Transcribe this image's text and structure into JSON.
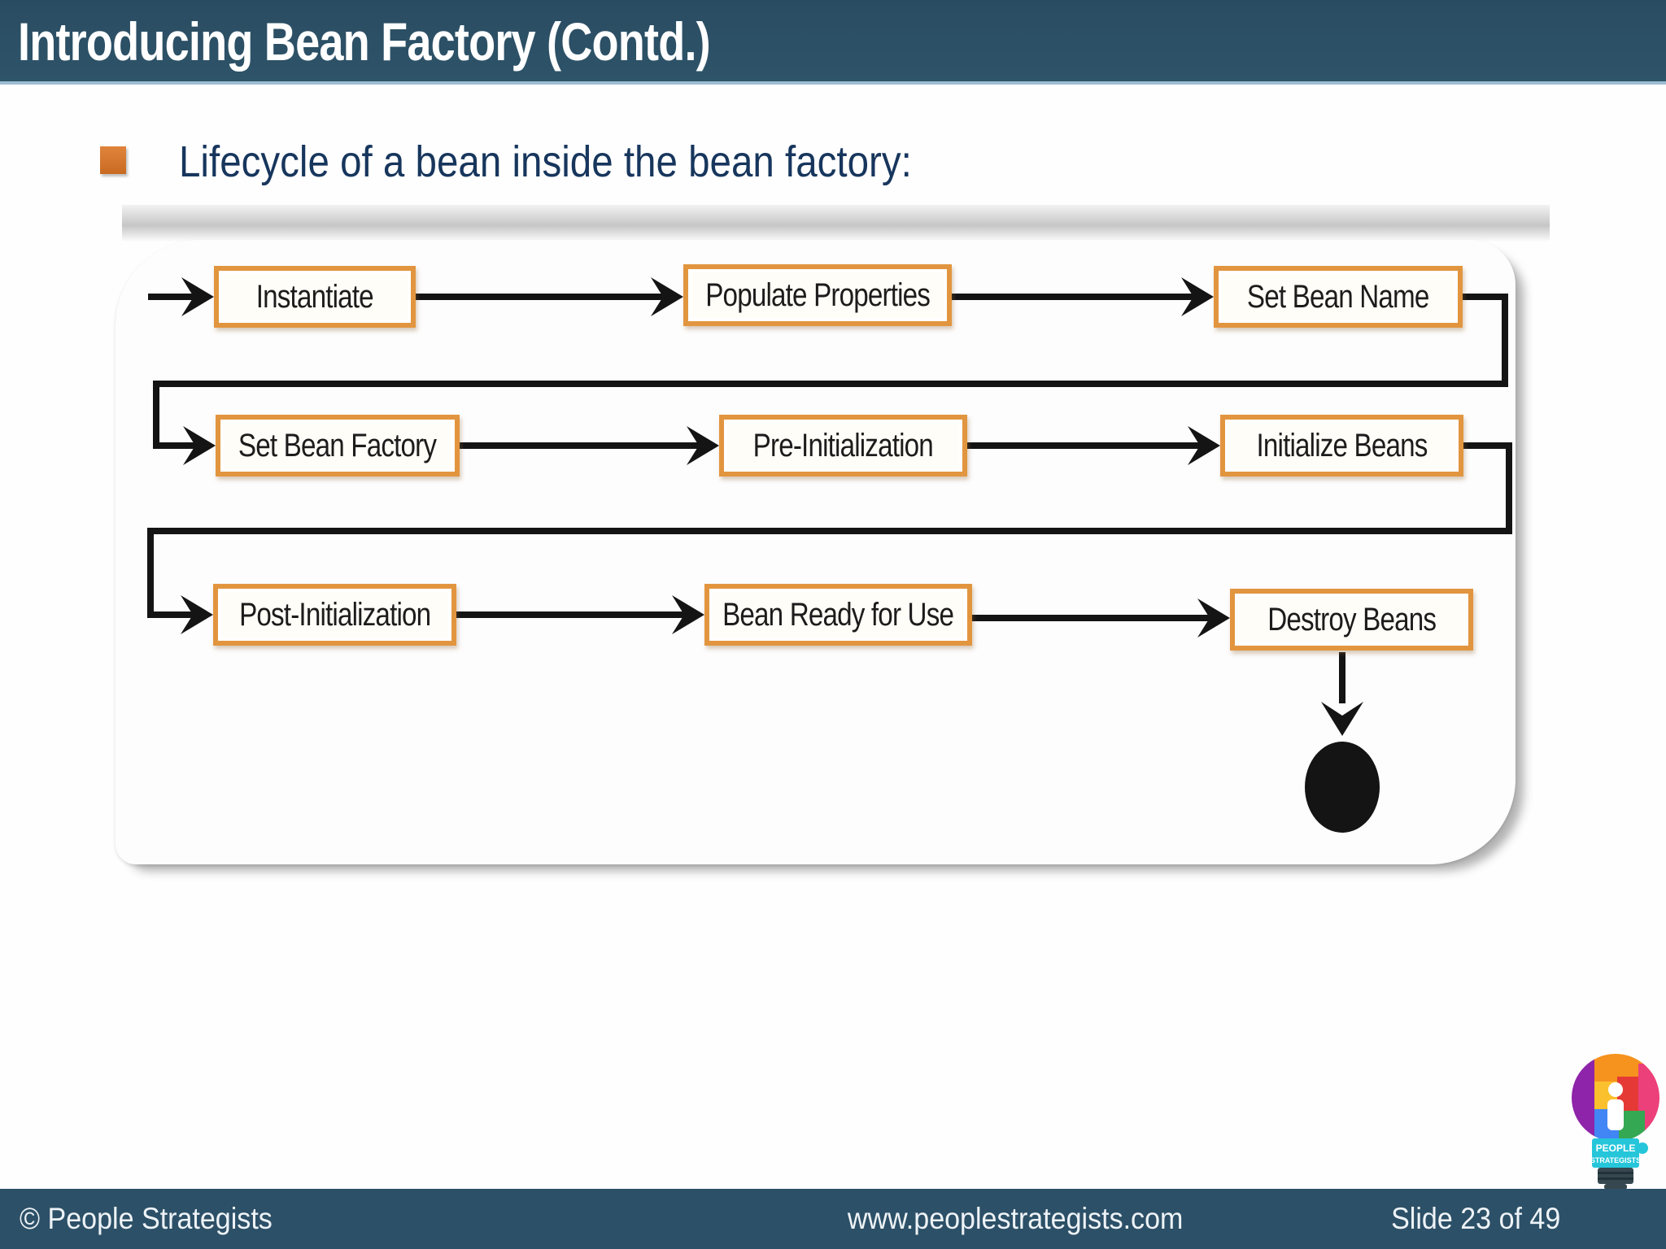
{
  "slide": {
    "title": "Introducing Bean Factory (Contd.)",
    "bullet_text": "Lifecycle of a bean inside the bean factory:"
  },
  "diagram": {
    "description": "flowchart of bean lifecycle ending in a final-state circle",
    "nodes": {
      "r1c1": "Instantiate",
      "r1c2": "Populate Properties",
      "r1c3": "Set Bean Name",
      "r2c1": "Set Bean Factory",
      "r2c2": "Pre-Initialization",
      "r2c3": "Initialize Beans",
      "r3c1": "Post-Initialization",
      "r3c2": "Bean Ready for Use",
      "r3c3": "Destroy Beans"
    },
    "flow_order": [
      "Instantiate",
      "Populate Properties",
      "Set Bean Name",
      "Set Bean Factory",
      "Pre-Initialization",
      "Initialize Beans",
      "Post-Initialization",
      "Bean Ready for Use",
      "Destroy Beans",
      "end-state"
    ],
    "colors": {
      "box_border": "#e2953f",
      "connector": "#141414",
      "end_state": "#0d0d0d"
    }
  },
  "footer": {
    "copyright": "© People Strategists",
    "website": "www.peoplestrategists.com",
    "slide_number": "Slide 23 of 49"
  },
  "logo": {
    "line1": "PEOPLE",
    "line2": "STRATEGISTS"
  },
  "theme": {
    "header_bg": "#2c5067",
    "header_underline": "#9dbdd2",
    "footer_bg": "#2c5067",
    "bullet_square": "#d9772f",
    "bullet_text_color": "#17365d",
    "title_color": "#ffffff"
  }
}
